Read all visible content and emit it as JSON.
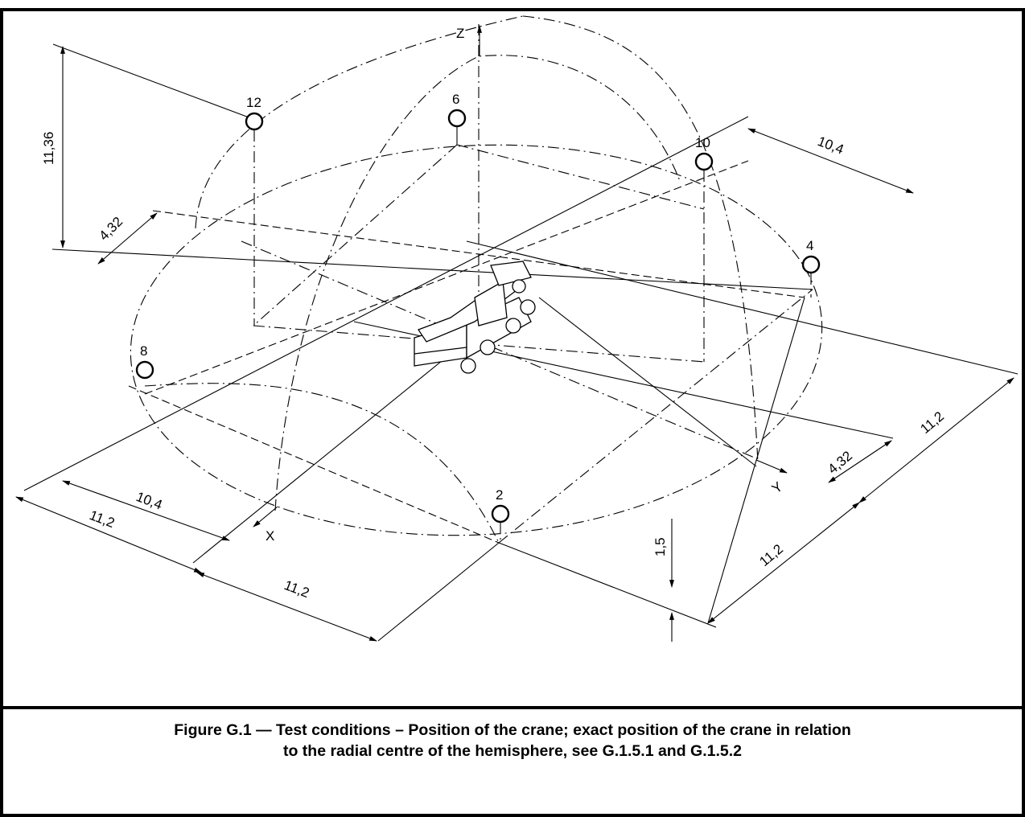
{
  "figure": {
    "caption_line1": "Figure G.1 — Test conditions – Position of the crane; exact position of the crane in relation",
    "caption_line2": "to the radial centre of the hemisphere, see G.1.5.1 and G.1.5.2"
  },
  "axes": {
    "z": "Z",
    "x": "X",
    "y": "Y"
  },
  "microphones": [
    "12",
    "6",
    "10",
    "4",
    "8",
    "2"
  ],
  "dimensions": {
    "height_top": "11,36",
    "offset_left": "4,32",
    "diag_top_right": "10,4",
    "right_upper": "11,2",
    "right_offset": "4,32",
    "right_lower": "11,2",
    "bottom_height": "1,5",
    "left_inner": "10,4",
    "left_outer": "11,2",
    "left_lower": "11,2"
  }
}
